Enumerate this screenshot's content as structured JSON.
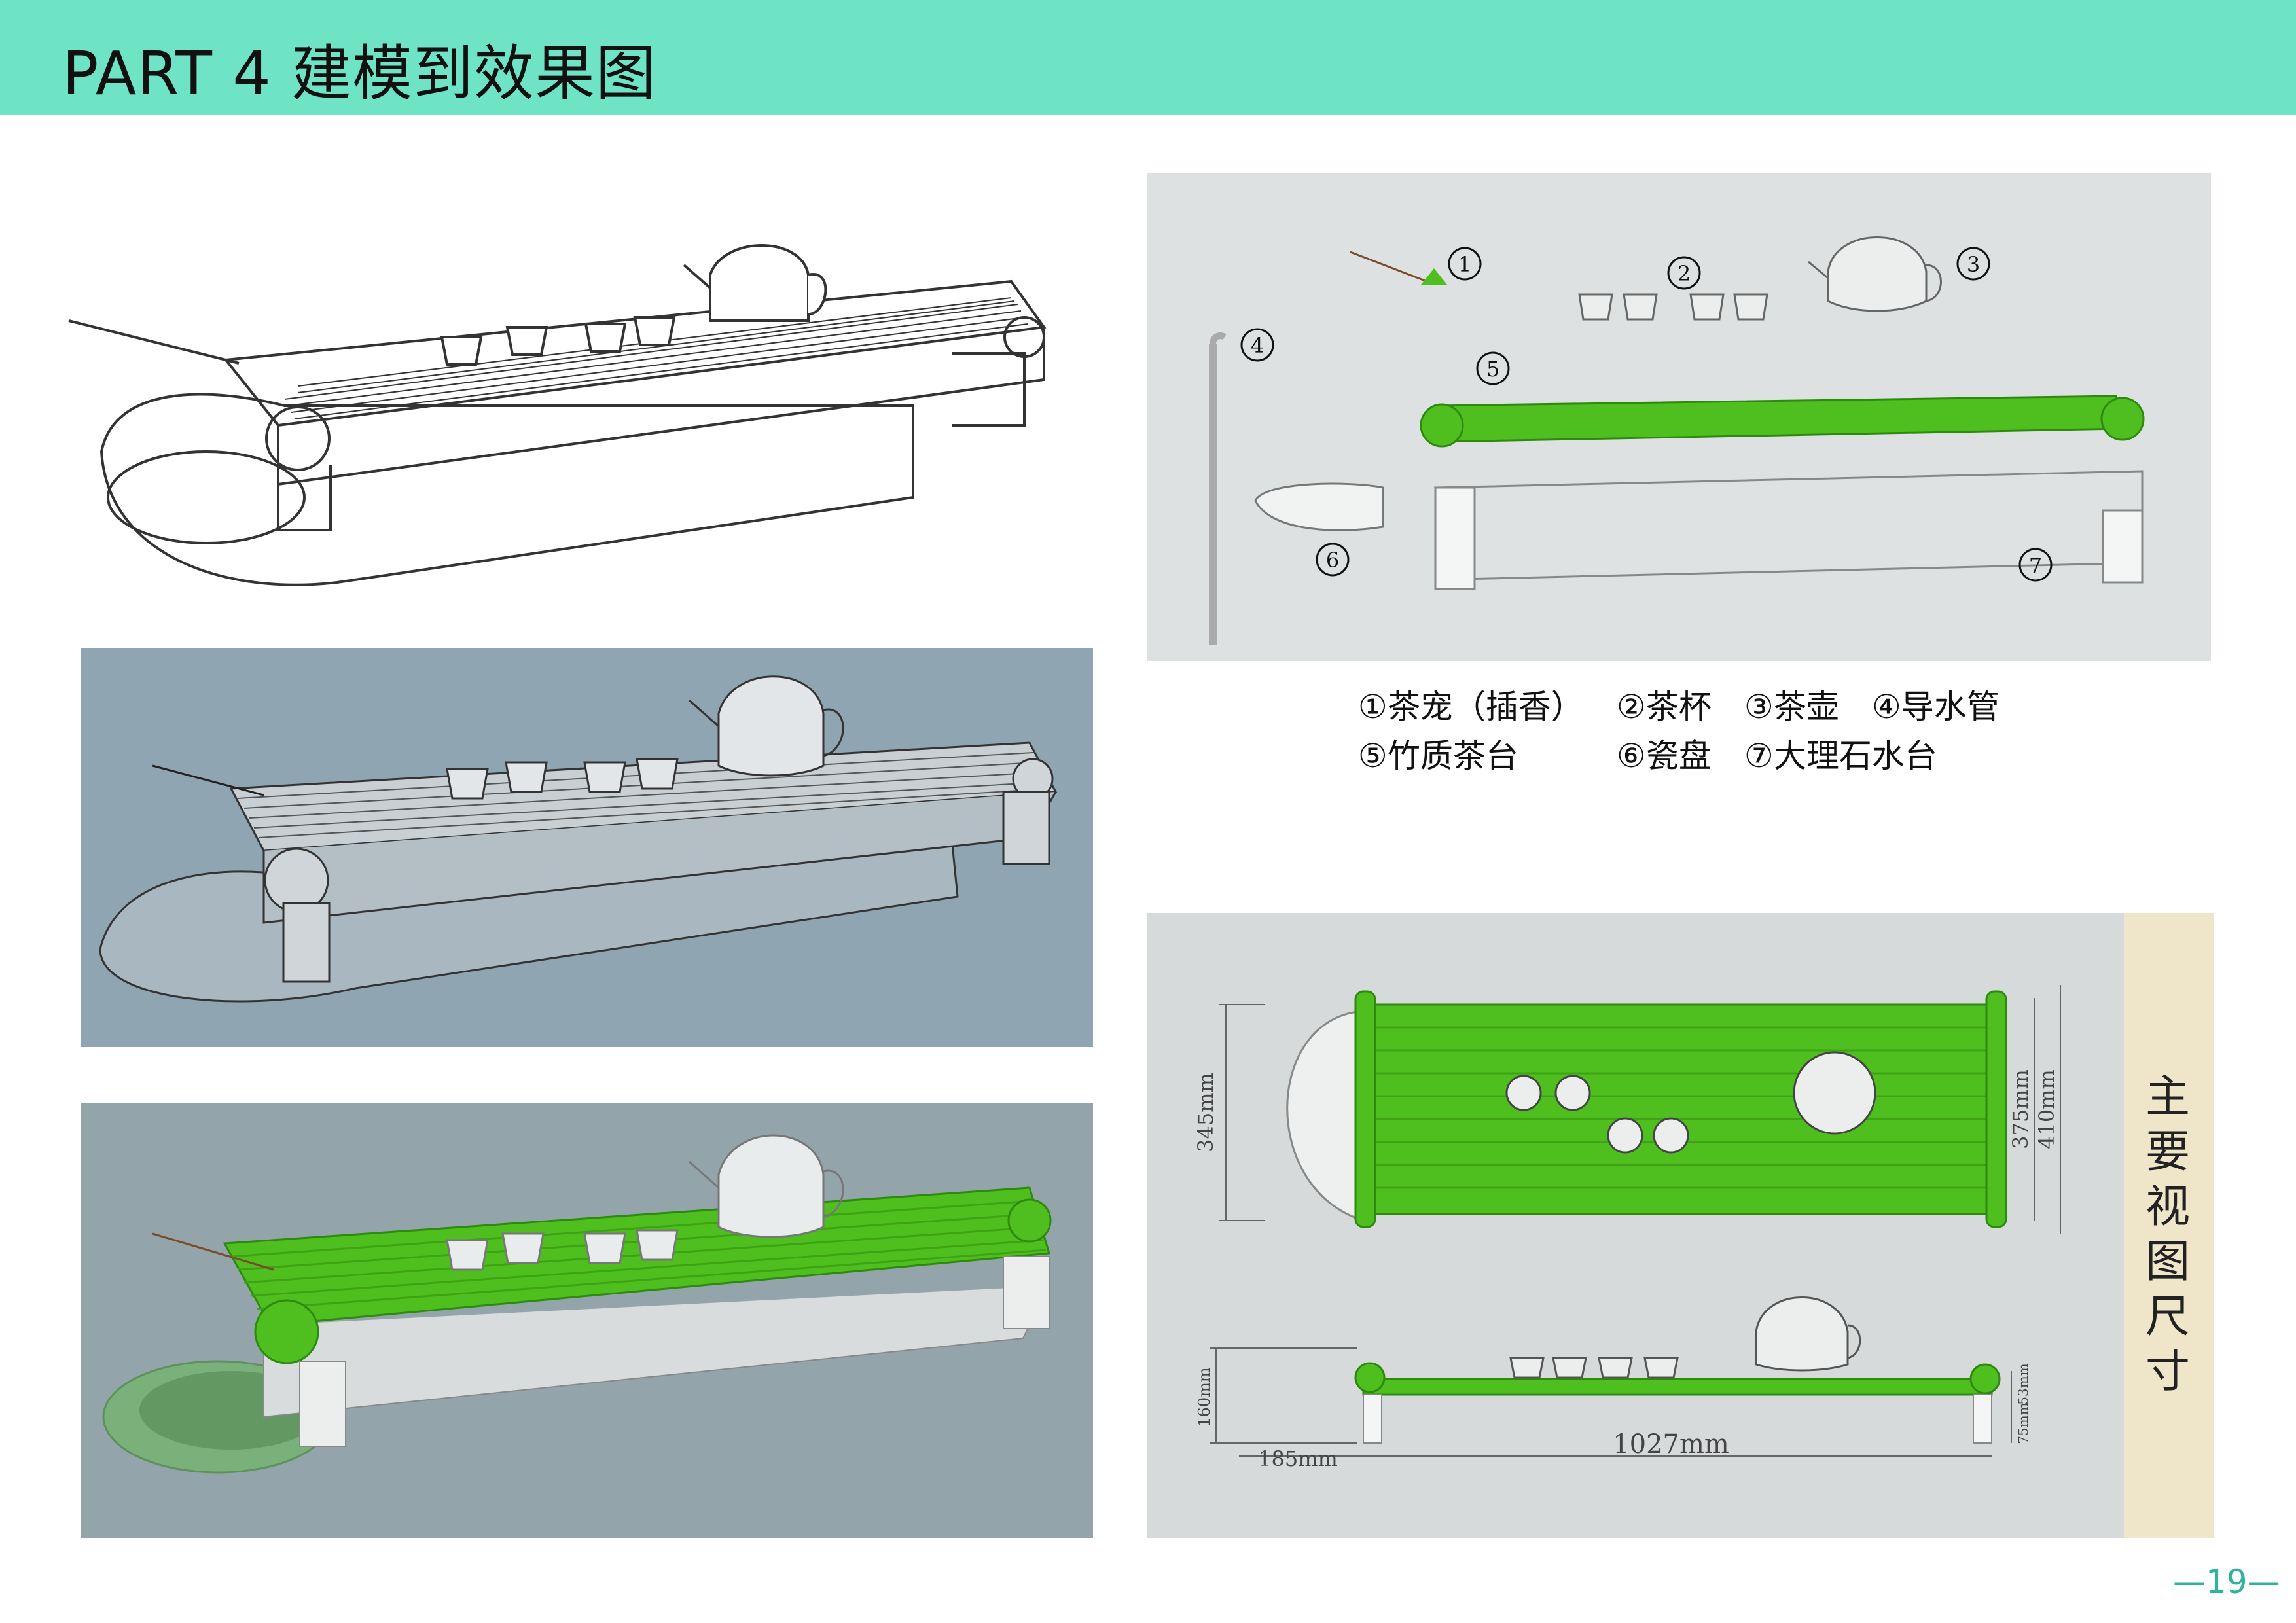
{
  "header": {
    "title": "PART 4  建模到效果图"
  },
  "legend": {
    "items": [
      {
        "label": "①茶宠（插香）"
      },
      {
        "label": "②茶杯"
      },
      {
        "label": "③茶壶"
      },
      {
        "label": "④导水管"
      },
      {
        "label": "⑤竹质茶台"
      },
      {
        "label": "⑥瓷盘"
      },
      {
        "label": "⑦大理石水台"
      }
    ]
  },
  "exploded": {
    "markers": [
      "①",
      "②",
      "③",
      "④",
      "⑤",
      "⑥",
      "⑦"
    ]
  },
  "dimensions": {
    "side_label": "主要视图尺寸",
    "top_view": {
      "left_height": "345mm",
      "right_inner": "375mm",
      "right_outer": "410mm"
    },
    "front_view": {
      "height": "160mm",
      "width_main": "1027mm",
      "width_left": "185mm",
      "right_top": "53mm",
      "right_bottom": "75mm"
    }
  },
  "colors": {
    "header": "#6ee3c6",
    "bamboo": "#4fbf1f",
    "page_number": "#2fb39a"
  },
  "page_number": "19"
}
